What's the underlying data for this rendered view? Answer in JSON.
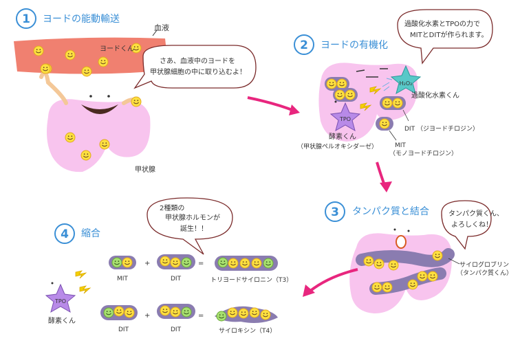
{
  "steps": [
    {
      "number": "1",
      "title": "ヨードの能動輸送"
    },
    {
      "number": "2",
      "title": "ヨードの有機化"
    },
    {
      "number": "3",
      "title": "タンパク質と結合"
    },
    {
      "number": "4",
      "title": "縮合"
    }
  ],
  "labels": {
    "blood_vessel": "血液",
    "iodine_kun": "ヨードくん",
    "thyroid": "甲状腺",
    "h2o2_kun": "過酸化水素くん",
    "h2o2_symbol": "H₂O₂",
    "enzyme_kun": "酵素くん",
    "tpo_full": "（甲状腺ペルオキシダーゼ）",
    "tpo": "TPO",
    "dit": "DIT",
    "dit_full": "（ジヨードチロジン）",
    "mit": "MIT",
    "mit_full": "（モノヨードチロジン）",
    "thyroglobulin": "サイログロブリン",
    "thyroglobulin_sub": "（タンパク質くん）",
    "t3": "トリヨードサイロニン（T3）",
    "t4": "サイロキシン（T4）",
    "plus": "+",
    "equals": "="
  },
  "bubbles": {
    "step1": [
      "さあ、血液中のヨードを",
      "甲状腺細胞の中に取り込むよ！"
    ],
    "step2": [
      "過酸化水素とTPOの力で",
      "MITとDITが作られます。"
    ],
    "step3": [
      "タンパク質くん、",
      "よろしくね！"
    ],
    "step4": [
      "2種類の",
      "甲状腺ホルモンが",
      "誕生！！"
    ]
  },
  "colors": {
    "accent_blue": "#3a8fd6",
    "vessel_red": "#f08070",
    "gland_pink": "#f8c4ee",
    "arrow_magenta": "#e8267e",
    "iodine_yellow": "#fde040",
    "mit_green": "#a8e070",
    "carrier_purple": "#8a7cb0",
    "enzyme_violet": "#b88ae8",
    "h2o2_teal": "#58c8c8",
    "spark_yellow": "#f0c800"
  }
}
